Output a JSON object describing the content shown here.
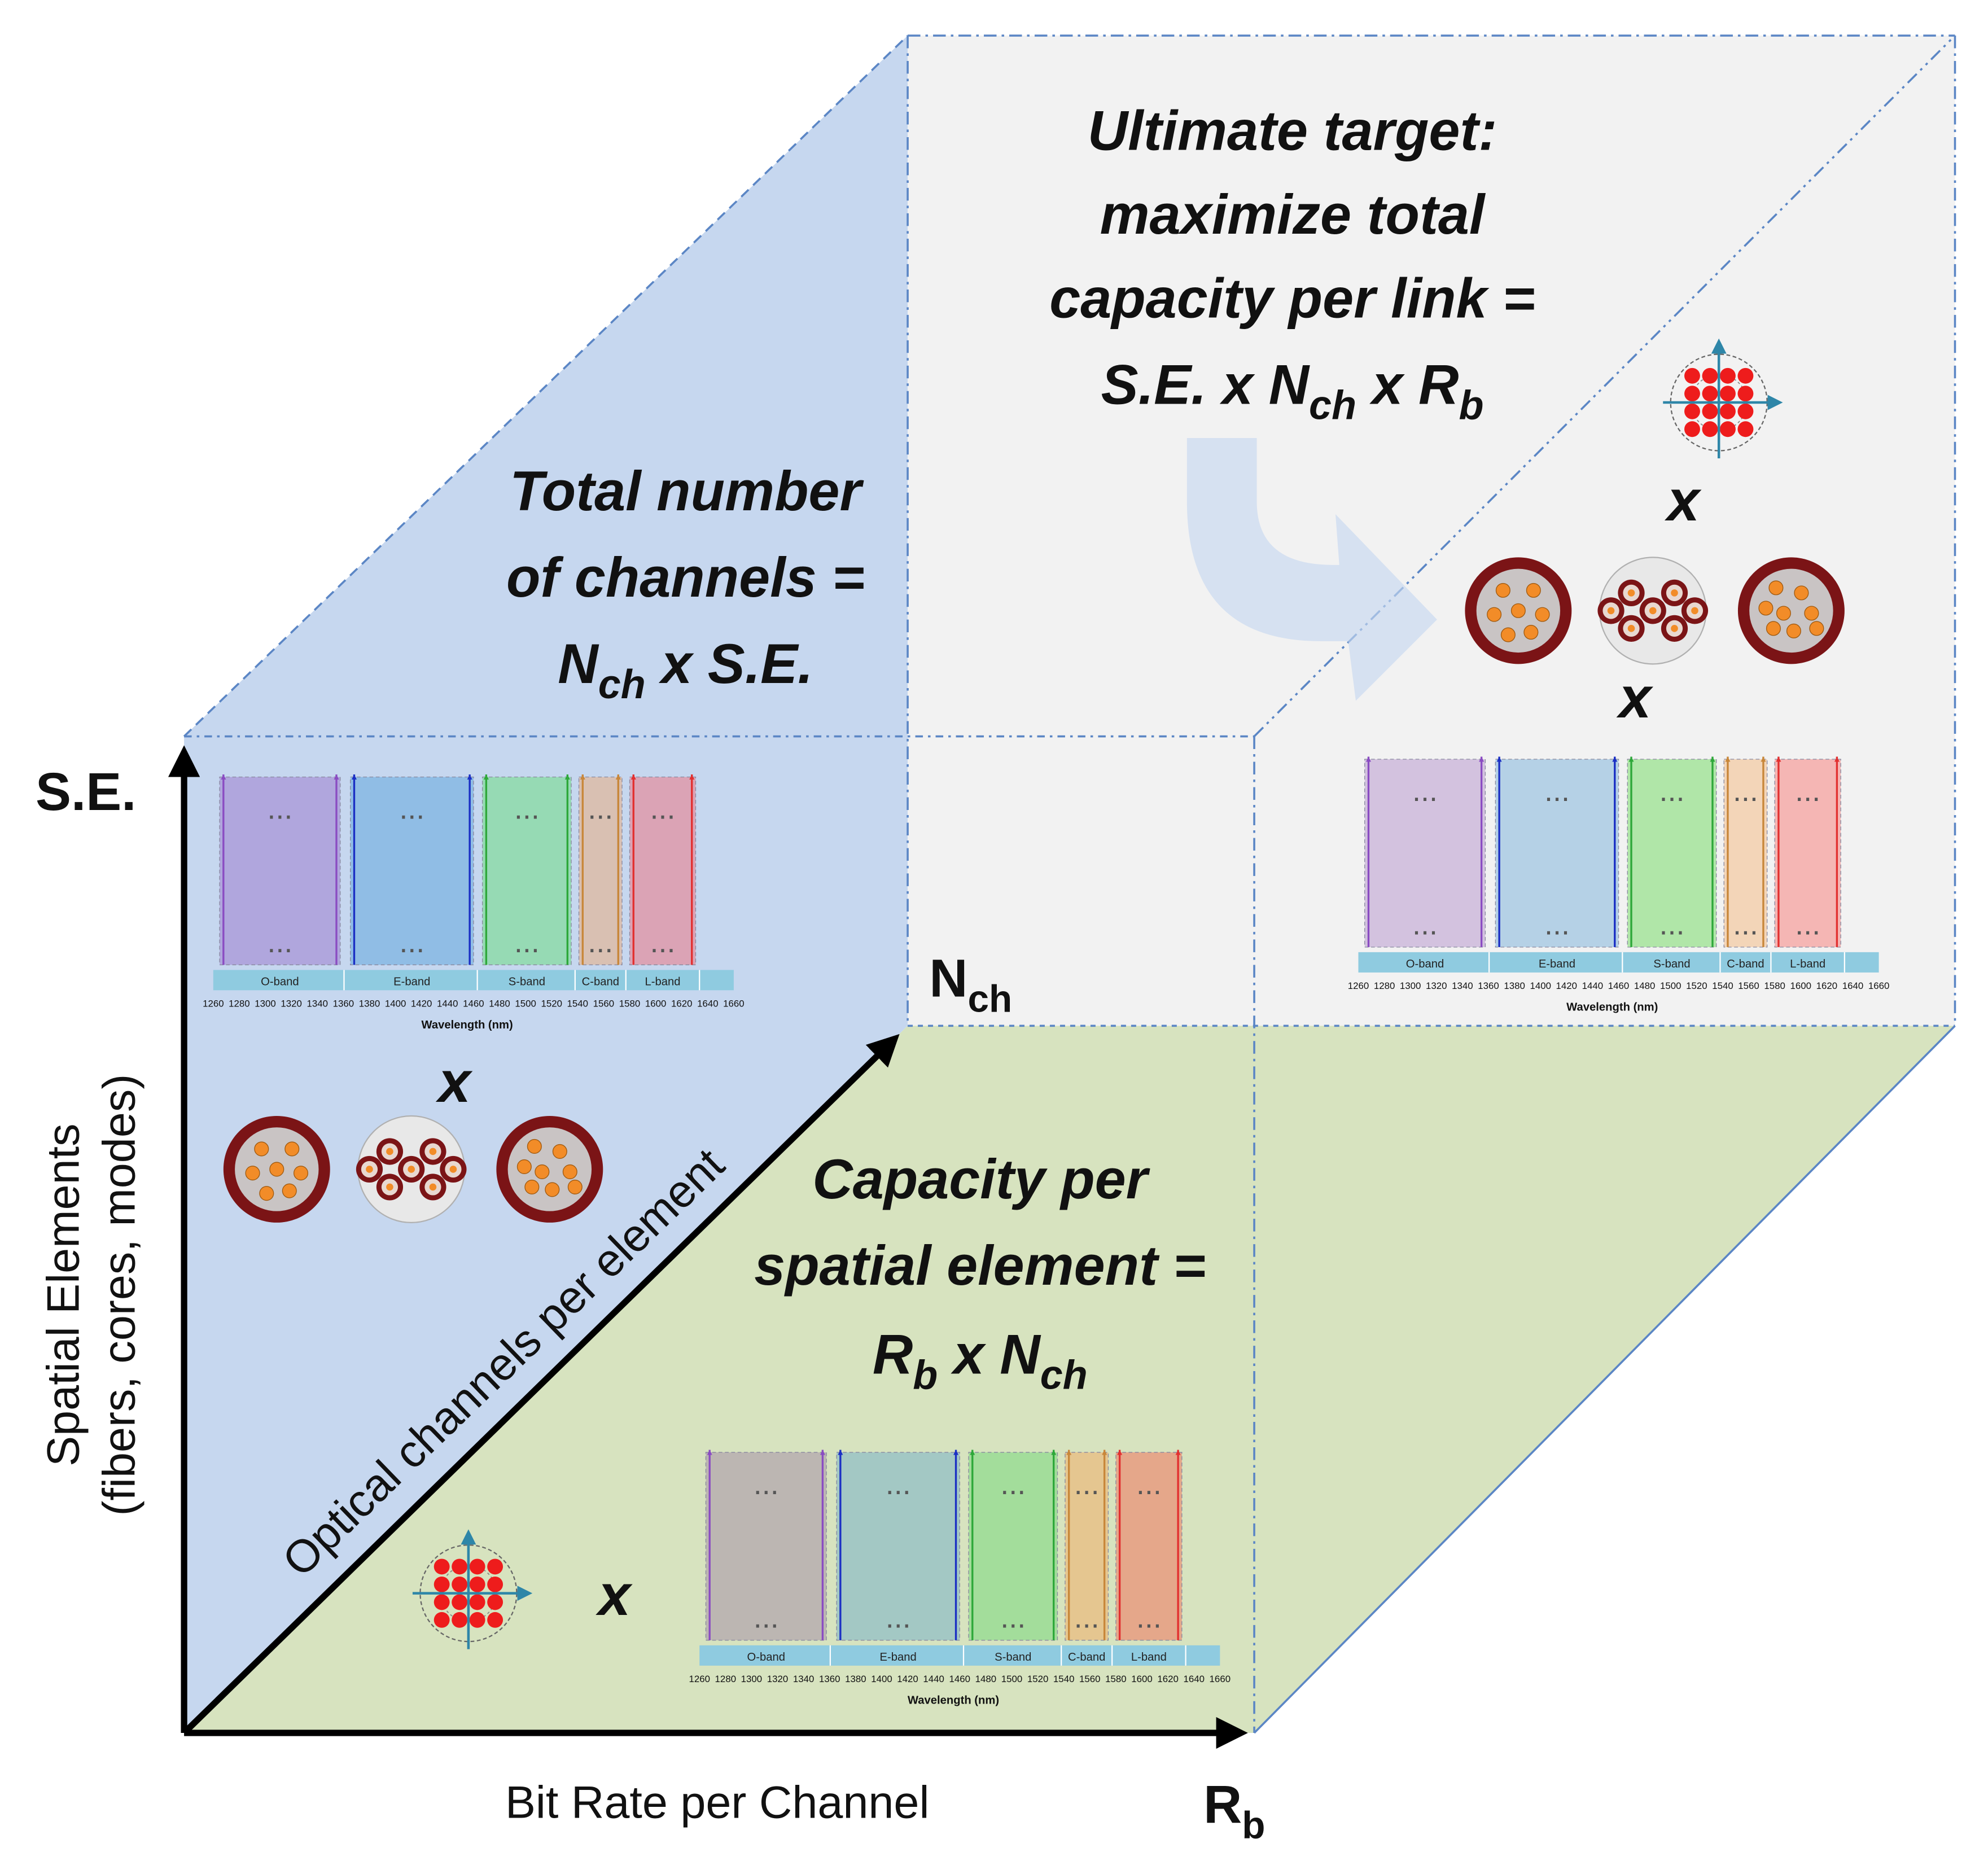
{
  "axes": {
    "se": {
      "symbol": "S.E.",
      "title_line1": "Spatial Elements",
      "title_line2": "(fibers, cores, modes)"
    },
    "nch": {
      "symbol": "N",
      "sub": "ch",
      "title": "Optical channels per element"
    },
    "rb": {
      "symbol": "R",
      "sub": "b",
      "title": "Bit Rate per Channel"
    }
  },
  "faces": {
    "left": {
      "line1": "Total number",
      "line2": "of channels =",
      "line3_a": "N",
      "line3_sub": "ch",
      "line3_b": " x S.E."
    },
    "top": {
      "line1": "Ultimate target:",
      "line2": "maximize total",
      "line3": "capacity per link =",
      "line4_a": "S.E. x N",
      "line4_sub1": "ch",
      "line4_b": " x R",
      "line4_sub2": "b"
    },
    "bottom": {
      "line1": "Capacity per",
      "line2": "spatial element =",
      "line3_a": "R",
      "line3_sub1": "b",
      "line3_b": " x N",
      "line3_sub2": "ch"
    }
  },
  "times_symbol": "x",
  "spectrum": {
    "bands": [
      "O-band",
      "E-band",
      "S-band",
      "C-band",
      "L-band"
    ],
    "ticks": [
      "1260",
      "1280",
      "1300",
      "1320",
      "1340",
      "1360",
      "1380",
      "1400",
      "1420",
      "1440",
      "1460",
      "1480",
      "1500",
      "1520",
      "1540",
      "1560",
      "1580",
      "1600",
      "1620",
      "1640",
      "1660"
    ],
    "ellipsis": "...",
    "xlabel": "Wavelength (nm)"
  },
  "colors": {
    "left_face": "#c6d7ef",
    "top_face": "#f2f2f2",
    "bottom_face": "#d7e3bf",
    "edge_dashed": "#5b86c5",
    "fiber_ring": "#7b1416",
    "core_orange": "#f28c28",
    "qam_red": "#ee1c1c",
    "qam_axes": "#2e86a8"
  }
}
